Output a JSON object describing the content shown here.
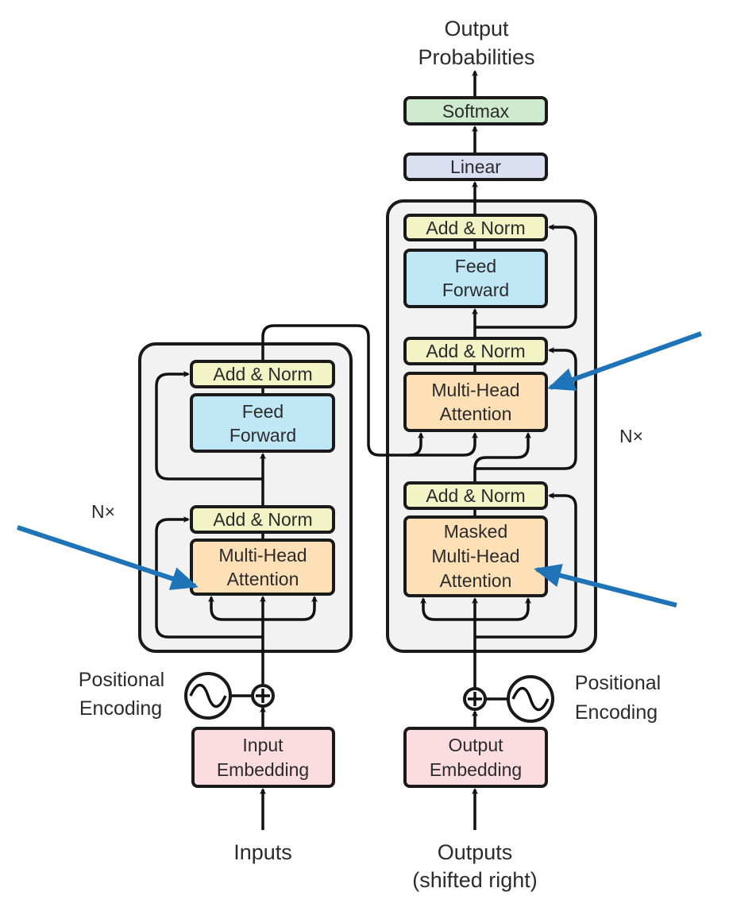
{
  "output": {
    "line1": "Output",
    "line2": "Probabilities"
  },
  "softmax": "Softmax",
  "linear": "Linear",
  "encoder": {
    "repeat": "N×",
    "add_norm_top": "Add & Norm",
    "feed_forward": {
      "line1": "Feed",
      "line2": "Forward"
    },
    "add_norm_bottom": "Add & Norm",
    "attention": {
      "line1": "Multi-Head",
      "line2": "Attention"
    },
    "positional": {
      "line1": "Positional",
      "line2": "Encoding"
    },
    "embedding": {
      "line1": "Input",
      "line2": "Embedding"
    },
    "input": "Inputs"
  },
  "decoder": {
    "repeat": "N×",
    "add_norm_top": "Add & Norm",
    "feed_forward": {
      "line1": "Feed",
      "line2": "Forward"
    },
    "add_norm_mid": "Add & Norm",
    "attention": {
      "line1": "Multi-Head",
      "line2": "Attention"
    },
    "add_norm_bottom": "Add & Norm",
    "masked_attention": {
      "line1": "Masked",
      "line2": "Multi-Head",
      "line3": "Attention"
    },
    "positional": {
      "line1": "Positional",
      "line2": "Encoding"
    },
    "embedding": {
      "line1": "Output",
      "line2": "Embedding"
    },
    "input": {
      "line1": "Outputs",
      "line2": "(shifted right)"
    }
  },
  "colors": {
    "add_norm": "#f2f4c6",
    "feed_forward": "#bfe7f6",
    "attention": "#fde0b6",
    "embedding": "#fbdce0",
    "linear": "#dcdff2",
    "softmax": "#cdeacf",
    "block": "#f2f2f2",
    "annotation_arrow": "#1f74b8"
  }
}
